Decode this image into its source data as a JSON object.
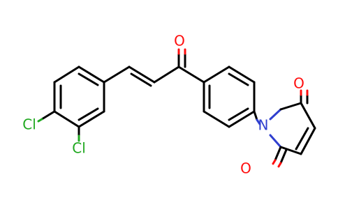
{
  "atoms": {
    "chlorine_1": "Cl",
    "chlorine_2": "Cl",
    "oxygen_ketone": "O",
    "nitrogen": "N",
    "oxygen_top": "O",
    "oxygen_bottom": "O"
  },
  "colors": {
    "carbon_bond": "#000000",
    "oxygen": "#ff0d0d",
    "chlorine": "#1fa81f",
    "nitrogen": "#2f3fcf",
    "background": "#ffffff"
  }
}
